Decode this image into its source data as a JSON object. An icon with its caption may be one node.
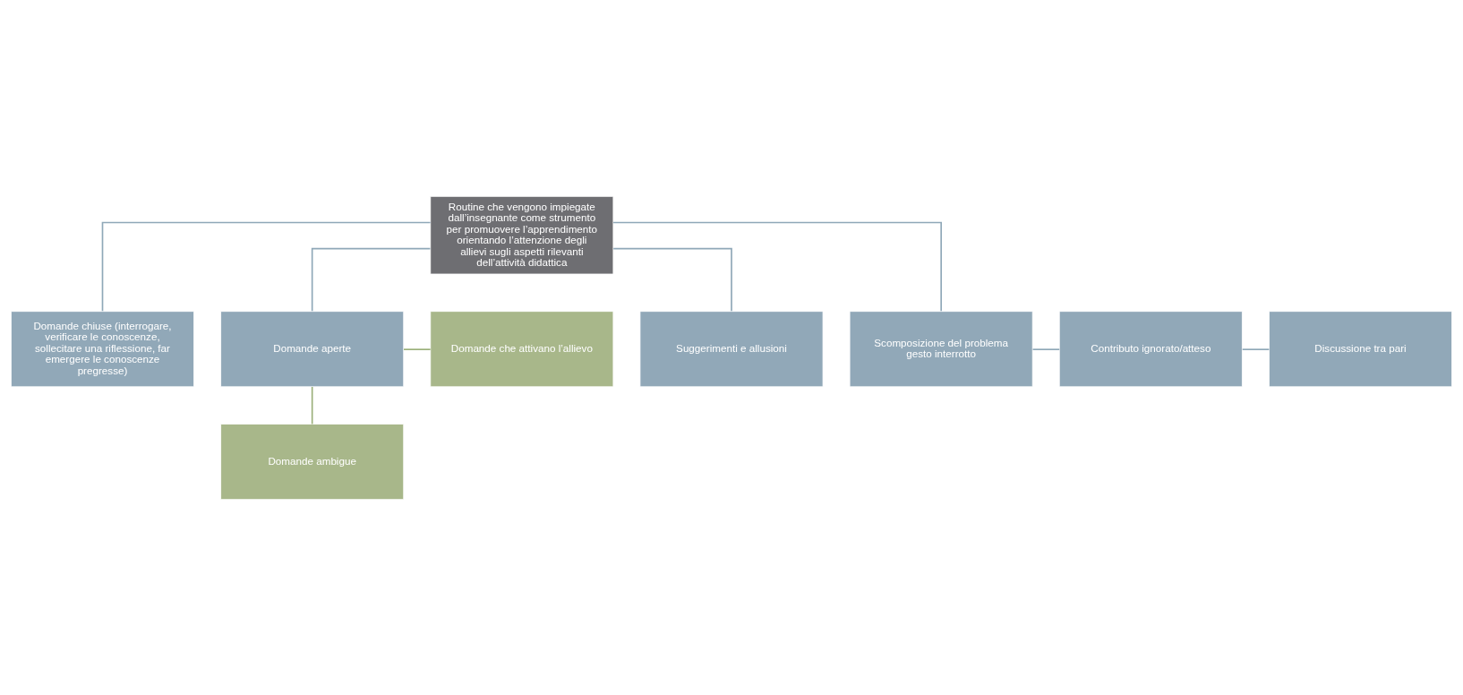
{
  "diagram": {
    "nodes": [
      {
        "text": [
          "Routine che vengono impiegate dall’insegnante come strumento per promuovere l’apprendimento orientando l’attenzione degli allievi sugli aspetti rilevanti dell’attività didattica"
        ]
      },
      {
        "text": [
          "Domande chiuse (interrogare, verificare le conoscenze, sollecitare una riflessione, far emergere le conoscenze pregresse)"
        ]
      },
      {
        "text": [
          "Domande aperte"
        ]
      },
      {
        "text": [
          "Domande che attivano l’allievo"
        ]
      },
      {
        "text": [
          "Domande ambigue"
        ]
      },
      {
        "text": [
          "Suggerimenti e allusioni"
        ]
      },
      {
        "text": [
          "Scomposizione del problema gesto interrotto"
        ]
      },
      {
        "text": [
          "Contributo ignorato/atteso"
        ]
      },
      {
        "text": [
          "Discussione tra pari"
        ]
      }
    ],
    "edges": [
      {
        "from": 0,
        "to": 1,
        "arrow": "none"
      },
      {
        "from": 0,
        "to": 2,
        "arrow": "none"
      },
      {
        "from": 0,
        "to": 5,
        "arrow": "none"
      },
      {
        "from": 0,
        "to": 6,
        "arrow": "none"
      },
      {
        "from": 2,
        "to": 3,
        "arrow": "none",
        "color": "#9bb07a"
      },
      {
        "from": 2,
        "to": 4,
        "arrow": "none",
        "color": "#9bb07a"
      },
      {
        "from": 6,
        "to": 7,
        "arrow": "none"
      },
      {
        "from": 7,
        "to": 8,
        "arrow": "none"
      }
    ]
  }
}
